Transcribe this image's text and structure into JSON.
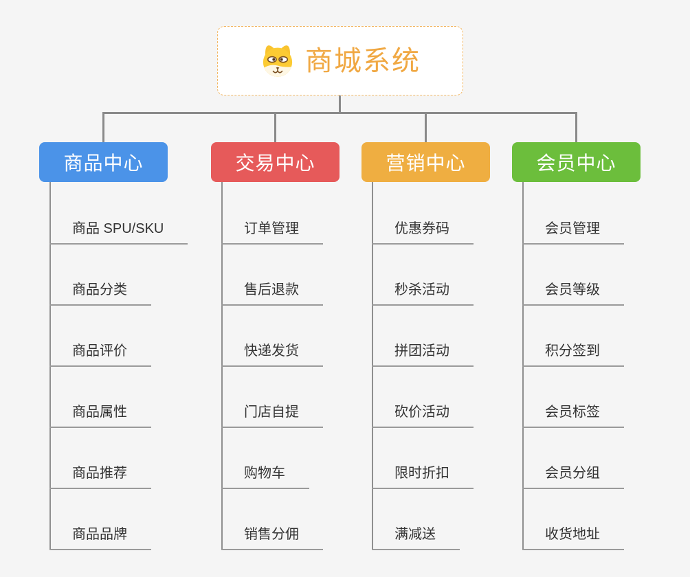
{
  "page": {
    "background_color": "#F5F5F5",
    "connector_color": "#8A8A8A",
    "leaf_underline_color": "#9A9A9A",
    "leaf_text_color": "#333333"
  },
  "root": {
    "title": "商城系统",
    "icon": "shiba-dog-icon",
    "accent_color": "#F0A843",
    "border_color": "#F2B763"
  },
  "branches": [
    {
      "id": "product-center",
      "label": "商品中心",
      "color": "#4B93E8",
      "items": [
        "商品 SPU/SKU",
        "商品分类",
        "商品评价",
        "商品属性",
        "商品推荐",
        "商品品牌"
      ]
    },
    {
      "id": "trade-center",
      "label": "交易中心",
      "color": "#E65A5A",
      "items": [
        "订单管理",
        "售后退款",
        "快递发货",
        "门店自提",
        "购物车",
        "销售分佣"
      ]
    },
    {
      "id": "marketing-center",
      "label": "营销中心",
      "color": "#EFAE41",
      "items": [
        "优惠券码",
        "秒杀活动",
        "拼团活动",
        "砍价活动",
        "限时折扣",
        "满减送"
      ]
    },
    {
      "id": "member-center",
      "label": "会员中心",
      "color": "#6CBE3C",
      "items": [
        "会员管理",
        "会员等级",
        "积分签到",
        "会员标签",
        "会员分组",
        "收货地址"
      ]
    }
  ]
}
